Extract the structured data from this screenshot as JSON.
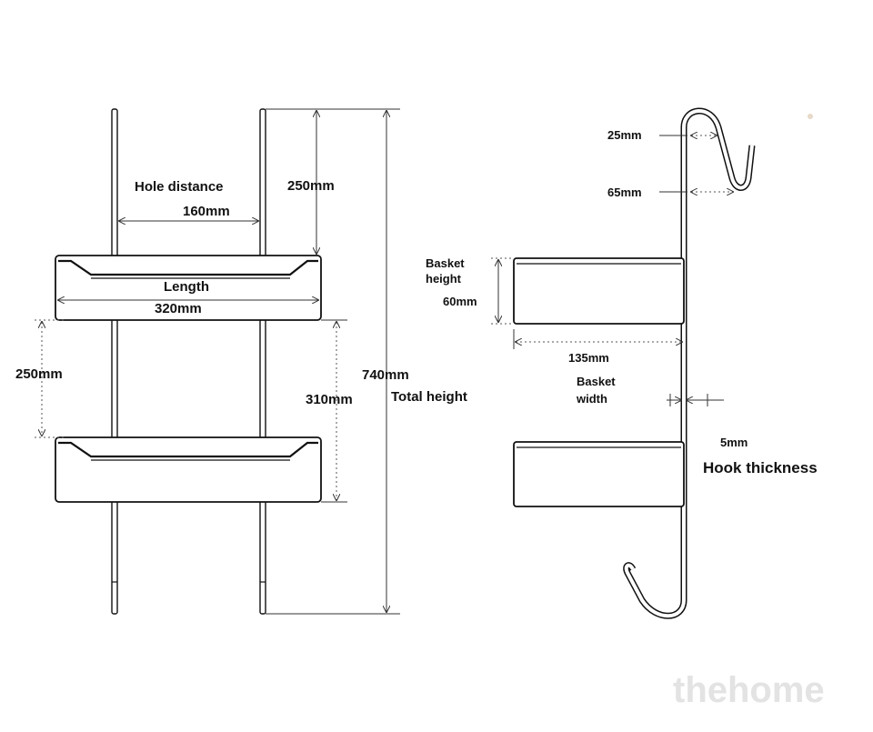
{
  "front_view": {
    "hole_distance_label": "Hole distance",
    "hole_distance_value": "160mm",
    "top_gap_value": "250mm",
    "length_label": "Length",
    "length_value": "320mm",
    "shelf_spacing_value": "250mm",
    "rail_to_bottom_value": "310mm",
    "total_height_value": "740mm",
    "total_height_label": "Total height"
  },
  "side_view": {
    "hook_gap_top_value": "25mm",
    "hook_gap_lower_value": "65mm",
    "basket_height_label_line1": "Basket",
    "basket_height_label_line2": "height",
    "basket_height_value": "60mm",
    "basket_width_value": "135mm",
    "basket_width_label_line1": "Basket",
    "basket_width_label_line2": "width",
    "hook_thickness_value": "5mm",
    "hook_thickness_label": "Hook thickness"
  },
  "watermark": {
    "text": "thehome"
  },
  "colors": {
    "line": "#111111",
    "background": "#ffffff",
    "watermark": "#e3e3e3"
  }
}
